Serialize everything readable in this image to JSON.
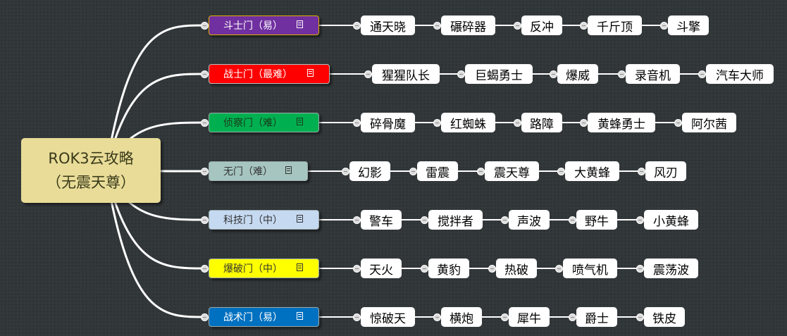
{
  "root": {
    "line1": "ROK3云攻略",
    "line2": "（无震天尊）",
    "color": "#e8dc98"
  },
  "branches": [
    {
      "label": "斗士门（易）",
      "bg": "#7030a0",
      "fg": "#ffffff",
      "border": "#e0b000",
      "icon": "note-icon",
      "leaves": [
        "通天晓",
        "碾碎器",
        "反冲",
        "千斤顶",
        "斗擎"
      ]
    },
    {
      "label": "战士门（最难）",
      "bg": "#ff0000",
      "fg": "#ffffff",
      "border": "#bbbbbb",
      "icon": "note-icon",
      "leaves": [
        "猩猩队长",
        "巨蝎勇士",
        "爆威",
        "录音机",
        "汽车大师"
      ]
    },
    {
      "label": "侦察门（难）",
      "bg": "#00b050",
      "fg": "#1a3a1a",
      "border": "#99aaaa",
      "icon": "note-icon",
      "leaves": [
        "碎骨魔",
        "红蜘蛛",
        "路障",
        "黄蜂勇士",
        "阿尔茜"
      ]
    },
    {
      "label": "无门（难）",
      "bg": "#a6c5c0",
      "fg": "#333333",
      "border": "#99aaaa",
      "icon": "note-icon",
      "leaves": [
        "幻影",
        "雷震",
        "震天尊",
        "大黄蜂",
        "风刃"
      ]
    },
    {
      "label": "科技门（中）",
      "bg": "#c5d9f1",
      "fg": "#333333",
      "border": "#99aaaa",
      "icon": "note-icon",
      "leaves": [
        "警车",
        "搅拌者",
        "声波",
        "野牛",
        "小黄蜂"
      ]
    },
    {
      "label": "爆破门（中）",
      "bg": "#ffff00",
      "fg": "#333333",
      "border": "#99aaaa",
      "icon": "note-icon",
      "leaves": [
        "天火",
        "黄豹",
        "热破",
        "喷气机",
        "震荡波"
      ]
    },
    {
      "label": "战术门（易）",
      "bg": "#0070c0",
      "fg": "#ffffff",
      "border": "#99aaaa",
      "icon": "note-icon",
      "leaves": [
        "惊破天",
        "横炮",
        "犀牛",
        "爵士",
        "铁皮"
      ]
    }
  ]
}
